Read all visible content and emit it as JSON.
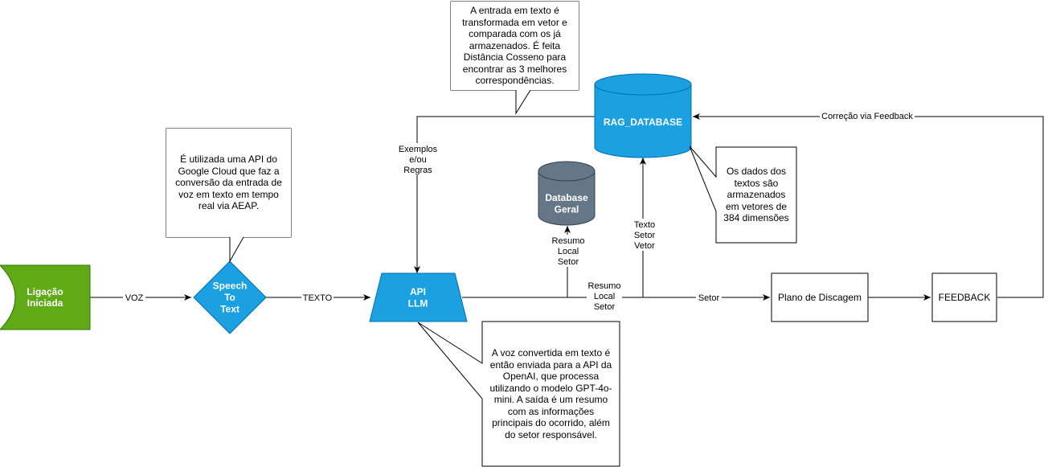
{
  "colors": {
    "green": "#60a917",
    "green_stroke": "#2d7600",
    "blue": "#1ba1e2",
    "blue_stroke": "#006eaf",
    "slate": "#647687",
    "slate_stroke": "#314354",
    "line": "#000000"
  },
  "nodes": {
    "start": "Ligação\nIniciada",
    "speech": "Speech\nTo\nText",
    "api": "API\nLLM",
    "database_geral": "Database\nGeral",
    "rag_database": "RAG_DATABASE",
    "plano": "Plano de Discagem",
    "feedback": "FEEDBACK"
  },
  "edges": {
    "voz": "VOZ",
    "texto": "TEXTO",
    "exemplos": "Exemplos\ne/ou\nRegras",
    "resumo_local_setor_up": "Resumo\nLocal\nSetor",
    "resumo_local_setor": "Resumo\nLocal\nSetor",
    "texto_setor_vetor": "Texto\nSetor\nVetor",
    "setor": "Setor",
    "correcao": "Correção via Feedback"
  },
  "notes": {
    "speech_note": "É utilizada uma API do Google Cloud que faz a conversão da entrada de voz em texto em tempo real via AEAP.",
    "rag_note": "A entrada em texto é transformada em vetor e comparada com os já armazenados. É feita Distância Cosseno para encontrar as 3 melhores correspondências.",
    "vector_note": "Os dados dos textos são armazenados em vetores de 384 dimensões",
    "llm_note": "A voz convertida em texto é então enviada para a API da OpenAI, que processa utilizando o modelo GPT-4o-mini. A saída é um resumo com as informações principais do ocorrido, além do setor responsável."
  }
}
